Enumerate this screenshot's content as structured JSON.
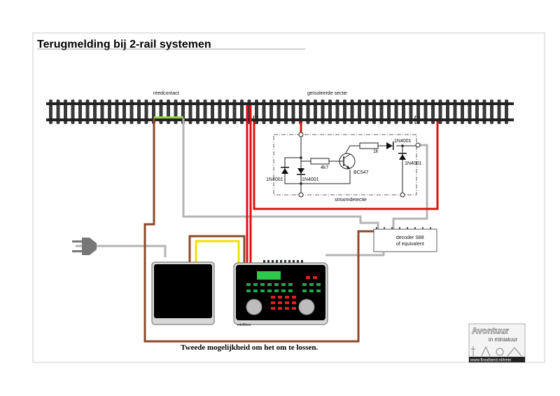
{
  "title": "Terugmelding bij 2-rail systemen",
  "labels": {
    "reedcontact": "reedcontact",
    "isolated_section": "geïsoleerde sectie",
    "detector": "stroomdetectie",
    "transistor": "BC547",
    "resistor_base": "4k7",
    "resistor_collector": "1k",
    "diode_a": "1N4001",
    "diode_b": "1N4001",
    "diode_c": "1N4001",
    "diode_d": "1N4001",
    "decoder_line1": "decoder S88",
    "decoder_line2": "of equivalent",
    "control_unit": "intellibox",
    "caption": "Tweede mogelijkheid om het om te lossen."
  },
  "logo": {
    "line1": "Avontuur",
    "line2": "in miniatuur",
    "url": "www.floodland.nl/trein"
  },
  "colors": {
    "red": "#e01010",
    "brown": "#8b4a2b",
    "gray": "#b4b4b4",
    "yellow": "#f2e000",
    "green": "#9ad34a",
    "display": "#2ec84a"
  }
}
